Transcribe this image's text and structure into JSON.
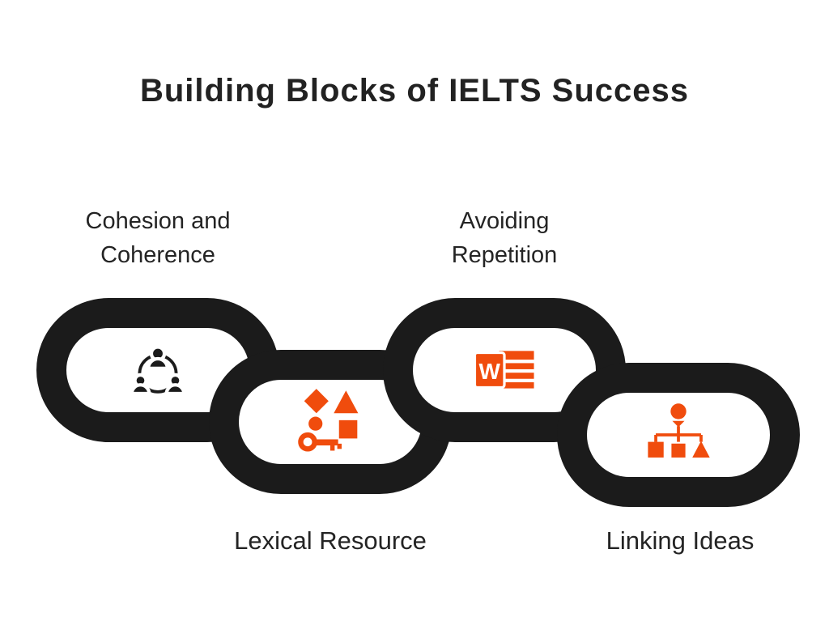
{
  "title": "Building Blocks of IELTS Success",
  "colors": {
    "black": "#1b1b1b",
    "orange": "#f04c0d",
    "background": "#ffffff"
  },
  "blocks": [
    {
      "label": "Cohesion and Coherence",
      "icon": "team-network-icon",
      "icon_color": "#1b1b1b",
      "label_position": "above"
    },
    {
      "label": "Lexical Resource",
      "icon": "key-shapes-icon",
      "icon_color": "#f04c0d",
      "label_position": "below"
    },
    {
      "label": "Avoiding Repetition",
      "icon": "word-document-icon",
      "icon_letter": "W",
      "icon_color": "#f04c0d",
      "label_position": "above"
    },
    {
      "label": "Linking Ideas",
      "icon": "idea-hierarchy-icon",
      "icon_color": "#f04c0d",
      "label_position": "below"
    }
  ]
}
